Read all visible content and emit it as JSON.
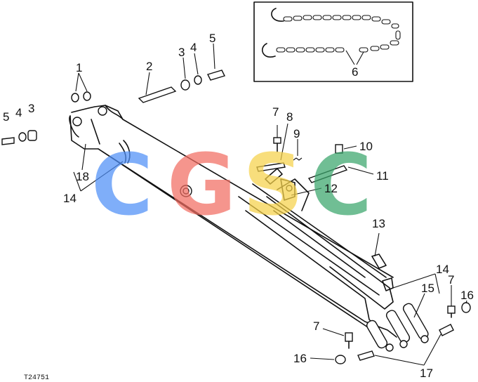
{
  "callouts": {
    "c1": "1",
    "c2": "2",
    "c3a": "3",
    "c4a": "4",
    "c5a": "5",
    "c5b": "5",
    "c4b": "4",
    "c3b": "3",
    "c6": "6",
    "c7a": "7",
    "c8": "8",
    "c9": "9",
    "c10": "10",
    "c11": "11",
    "c12": "12",
    "c13": "13",
    "c14a": "14",
    "c14b": "14",
    "c15": "15",
    "c16a": "16",
    "c7b": "7",
    "c7c": "7",
    "c16b": "16",
    "c17": "17",
    "c18": "18"
  },
  "figure_code": "T24751",
  "watermark": {
    "letters": [
      "C",
      "G",
      "S",
      "C"
    ],
    "colors": [
      "#4f8ff7",
      "#f26d62",
      "#f6d24a",
      "#3aa66b"
    ]
  }
}
